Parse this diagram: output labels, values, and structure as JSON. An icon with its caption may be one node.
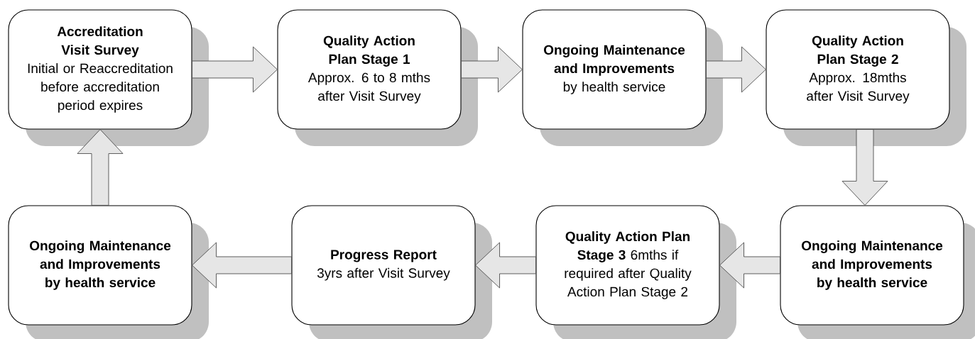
{
  "diagram": {
    "nodes": [
      {
        "text": [
          "Accreditation Visit Survey",
          "Initial or Reaccreditation before accreditation period expires"
        ]
      },
      {
        "text": [
          "Quality Action Plan Stage 1",
          "Approx. 6 to 8 mths after Visit Survey"
        ]
      },
      {
        "text": [
          "Ongoing Maintenance and Improvements",
          "by health service"
        ]
      },
      {
        "text": [
          "Quality Action Plan Stage 2",
          "Approx. 18mths after Visit Survey"
        ]
      },
      {
        "text": [
          "Ongoing Maintenance and Improvements by health service"
        ]
      },
      {
        "text": [
          "Progress Report",
          "3yrs after Visit Survey"
        ]
      },
      {
        "text": [
          "Quality Action Plan Stage 3",
          "6mths if required after Quality Action Plan Stage 2"
        ]
      },
      {
        "text": [
          "Ongoing Maintenance and Improvements by health service"
        ]
      }
    ],
    "edges": [
      {
        "from": 0,
        "to": 1,
        "arrow": "to"
      },
      {
        "from": 1,
        "to": 2,
        "arrow": "to"
      },
      {
        "from": 2,
        "to": 3,
        "arrow": "to"
      },
      {
        "from": 3,
        "to": 7,
        "arrow": "to"
      },
      {
        "from": 7,
        "to": 6,
        "arrow": "to"
      },
      {
        "from": 6,
        "to": 5,
        "arrow": "to"
      },
      {
        "from": 5,
        "to": 4,
        "arrow": "to"
      },
      {
        "from": 4,
        "to": 0,
        "arrow": "to"
      }
    ]
  }
}
